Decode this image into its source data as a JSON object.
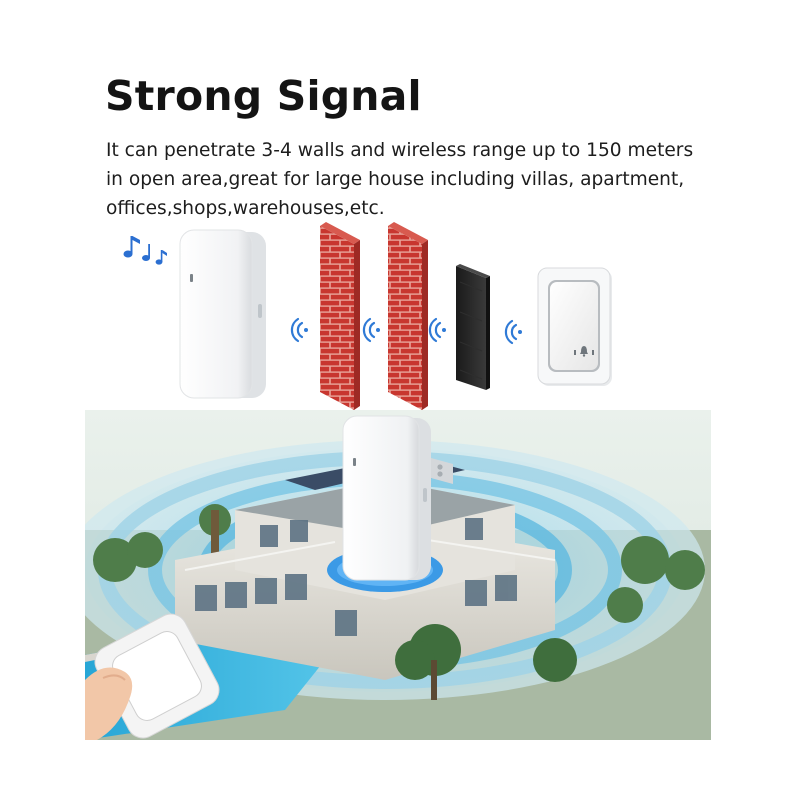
{
  "heading": "Strong Signal",
  "description": {
    "line1": "It can penetrate 3-4 walls and wireless range up to  150 meters",
    "line2": "in open area,great for large house including villas, apartment,",
    "line3": "offices,shops,warehouses,etc."
  },
  "icons": {
    "music": "music-notes-icon",
    "signal": "wifi-signal-icon",
    "bell": "bell-icon"
  },
  "colors": {
    "brick": "#c8362f",
    "mortar": "#e8a49a",
    "signal_blue": "#2f7ad6",
    "glow": "#00a7e4",
    "receiver": "#f6f7f8"
  }
}
